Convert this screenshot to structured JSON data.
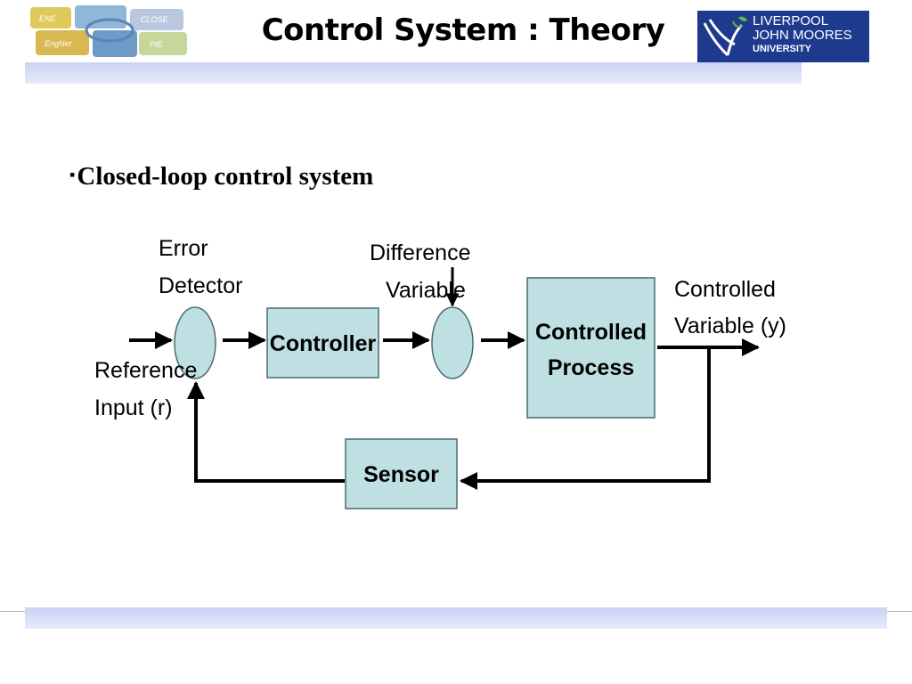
{
  "slide": {
    "title": "Control System : Theory",
    "bullet": "Closed-loop control system"
  },
  "logos": {
    "left": {
      "icon": "puzzle-logo",
      "pieces": [
        "ENE",
        "CLOSE",
        "EngNet",
        "PIE"
      ]
    },
    "right": {
      "icon": "ljmu-bird-logo",
      "line1": "LIVERPOOL",
      "line2": "JOHN MOORES",
      "line3": "UNIVERSITY"
    }
  },
  "diagram": {
    "blocks": {
      "controller": "Controller",
      "process_line1": "Controlled",
      "process_line2": "Process",
      "sensor": "Sensor"
    },
    "labels": {
      "error_detector_line1": "Error",
      "error_detector_line2": "Detector",
      "difference_line1": "Difference",
      "difference_line2": "Variable",
      "reference_line1": "Reference",
      "reference_line2": "Input (r)",
      "controlled_line1": "Controlled",
      "controlled_line2": "Variable (y)"
    },
    "colors": {
      "block_fill": "#bfe0e3",
      "band": "#c9d2f4",
      "ljmu_blue": "#1e3a8f"
    }
  }
}
